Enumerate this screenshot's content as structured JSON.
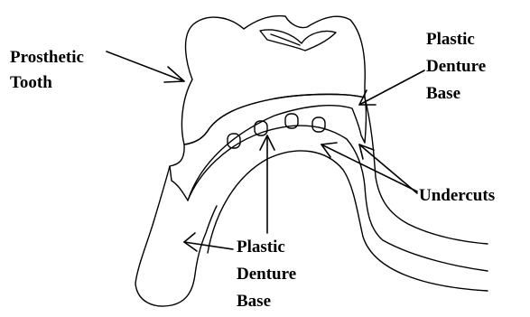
{
  "labels": {
    "prosthetic_tooth": [
      "Prosthetic",
      "Tooth"
    ],
    "plastic_denture_base_upper": [
      "Plastic",
      "Denture",
      "Base"
    ],
    "undercuts": "Undercuts",
    "plastic_denture_base_lower": [
      "Plastic",
      "Denture",
      "Base"
    ]
  },
  "colors": {
    "ink": "#000000",
    "background": "#ffffff"
  }
}
